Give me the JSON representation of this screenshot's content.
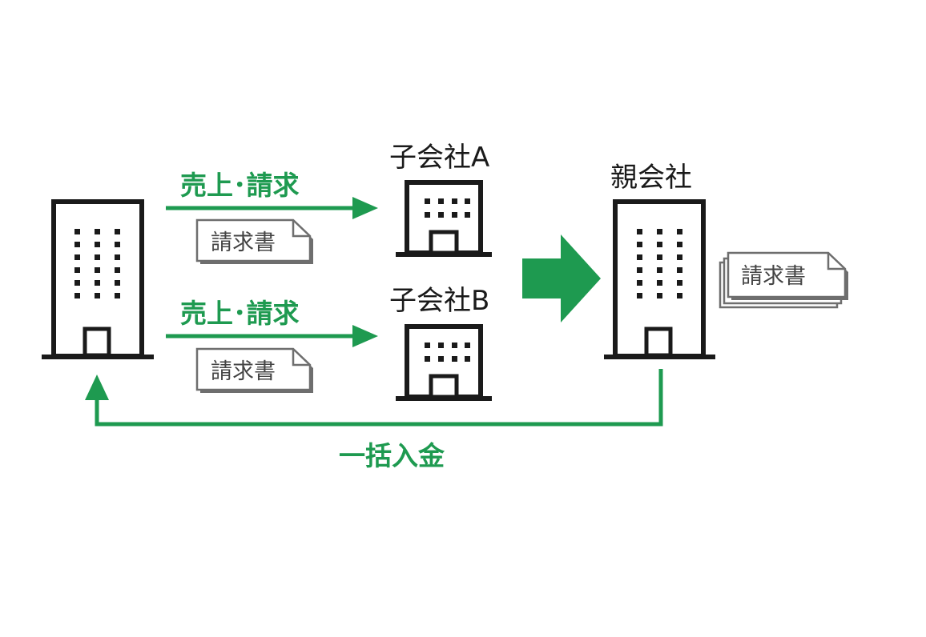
{
  "labels": {
    "subsidiary_a": "子会社A",
    "subsidiary_b": "子会社B",
    "parent": "親会社",
    "sales_invoice_top": "売上･請求",
    "sales_invoice_bottom": "売上･請求",
    "invoice_doc_top": "請求書",
    "invoice_doc_bottom": "請求書",
    "invoice_doc_parent": "請求書",
    "lump_sum_payment": "一括入金"
  },
  "colors": {
    "green": "#1e9a50",
    "black": "#1a1a1a",
    "doc_gray": "#6e6e6e"
  },
  "icons": {
    "customer_building": "office-building-icon",
    "subsidiary_building": "small-building-icon",
    "parent_building": "office-building-icon",
    "document": "document-icon"
  }
}
